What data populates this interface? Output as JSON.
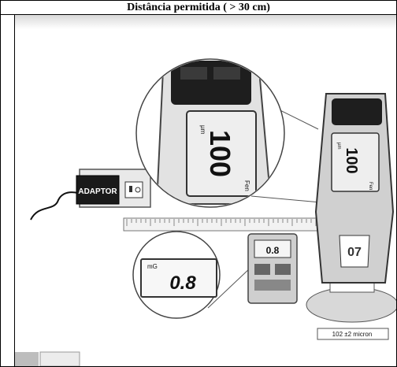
{
  "header": {
    "title": "Distância permitida ( > 30 cm)"
  },
  "illustration": {
    "adaptor_label": "ADAPTOR",
    "zoom_meter_reading": "100",
    "zoom_meter_unit": "µm",
    "zoom_meter_mode": "Fen",
    "meter_reading": "100",
    "meter_unit": "µm",
    "meter_mode": "Fen",
    "meter_model_label": "07",
    "calibration_plate_label": "102 ±2 micron",
    "emf_meter_unit": "mG",
    "emf_meter_reading": "0.8",
    "emf_meter_small_reading": "0.8"
  },
  "colors": {
    "outline": "#222222",
    "device_gray": "#c8c8c8",
    "screen": "#eeeeee"
  }
}
